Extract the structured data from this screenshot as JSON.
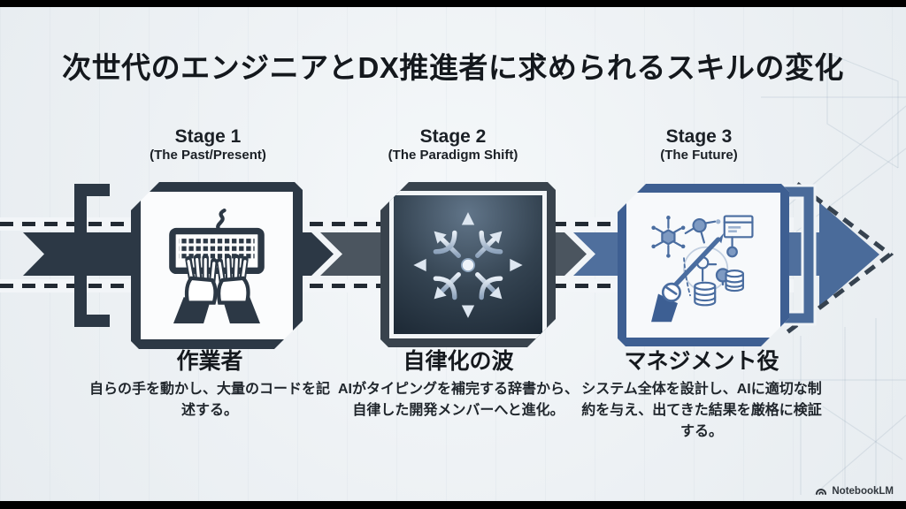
{
  "title": "次世代のエンジニアとDX推進者に求められるスキルの変化",
  "stages": [
    {
      "name": "Stage 1",
      "era": "(The Past/Present)",
      "role": "作業者",
      "description": "自らの手を動かし、大量のコードを記述する。",
      "icon": "keyboard-typing-hands-icon"
    },
    {
      "name": "Stage 2",
      "era": "(The Paradigm Shift)",
      "role": "自律化の波",
      "description": "AIがタイピングを補完する辞書から、自律した開発メンバーへと進化。",
      "icon": "radiating-arrows-icon"
    },
    {
      "name": "Stage 3",
      "era": "(The Future)",
      "role": "マネジメント役",
      "description": "システム全体を設計し、AIに適切な制約を与え、出てきた結果を厳格に検証する。",
      "icon": "system-orchestration-icon"
    }
  ],
  "timeline": {
    "direction": "left-to-right",
    "segment_colors": [
      "#2c3845",
      "#4b555f",
      "#4f6f9d"
    ],
    "arrowhead_color": "#4a6b9a"
  },
  "footer": {
    "brand": "NotebookLM"
  },
  "colors": {
    "background": "#edf1f4",
    "title_text": "#14181d",
    "dark_navy": "#2c3845",
    "slate_gray": "#4b555f",
    "steel_blue": "#4f6f9d",
    "stage3_border": "#3e5f92"
  }
}
